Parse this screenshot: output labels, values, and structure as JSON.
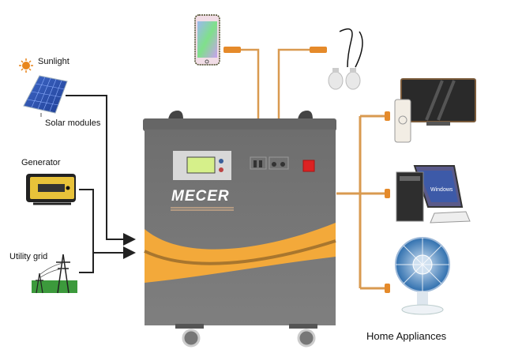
{
  "diagram": {
    "title": "Solar power system connection diagram",
    "inputs": [
      {
        "id": "solar",
        "label": "Sunlight",
        "sublabel": "Solar modules"
      },
      {
        "id": "generator",
        "label": "Generator"
      },
      {
        "id": "grid",
        "label": "Utility grid"
      }
    ],
    "unit": {
      "brand": "MECER"
    },
    "usb_devices": [
      {
        "id": "smartphone",
        "name": "Smartphone"
      },
      {
        "id": "bulbs",
        "name": "LED bulbs"
      }
    ],
    "outputs": {
      "label": "Home Appliances",
      "devices": [
        {
          "id": "tv",
          "name": "Television"
        },
        {
          "id": "computer",
          "name": "Desktop computer"
        },
        {
          "id": "fan",
          "name": "Electric fan"
        }
      ]
    },
    "colors": {
      "cable": "#e0a050",
      "cable_dark": "#c8843a",
      "case": "#7b7b7b",
      "wave": "#f3a93a",
      "input_line": "#222222"
    }
  }
}
